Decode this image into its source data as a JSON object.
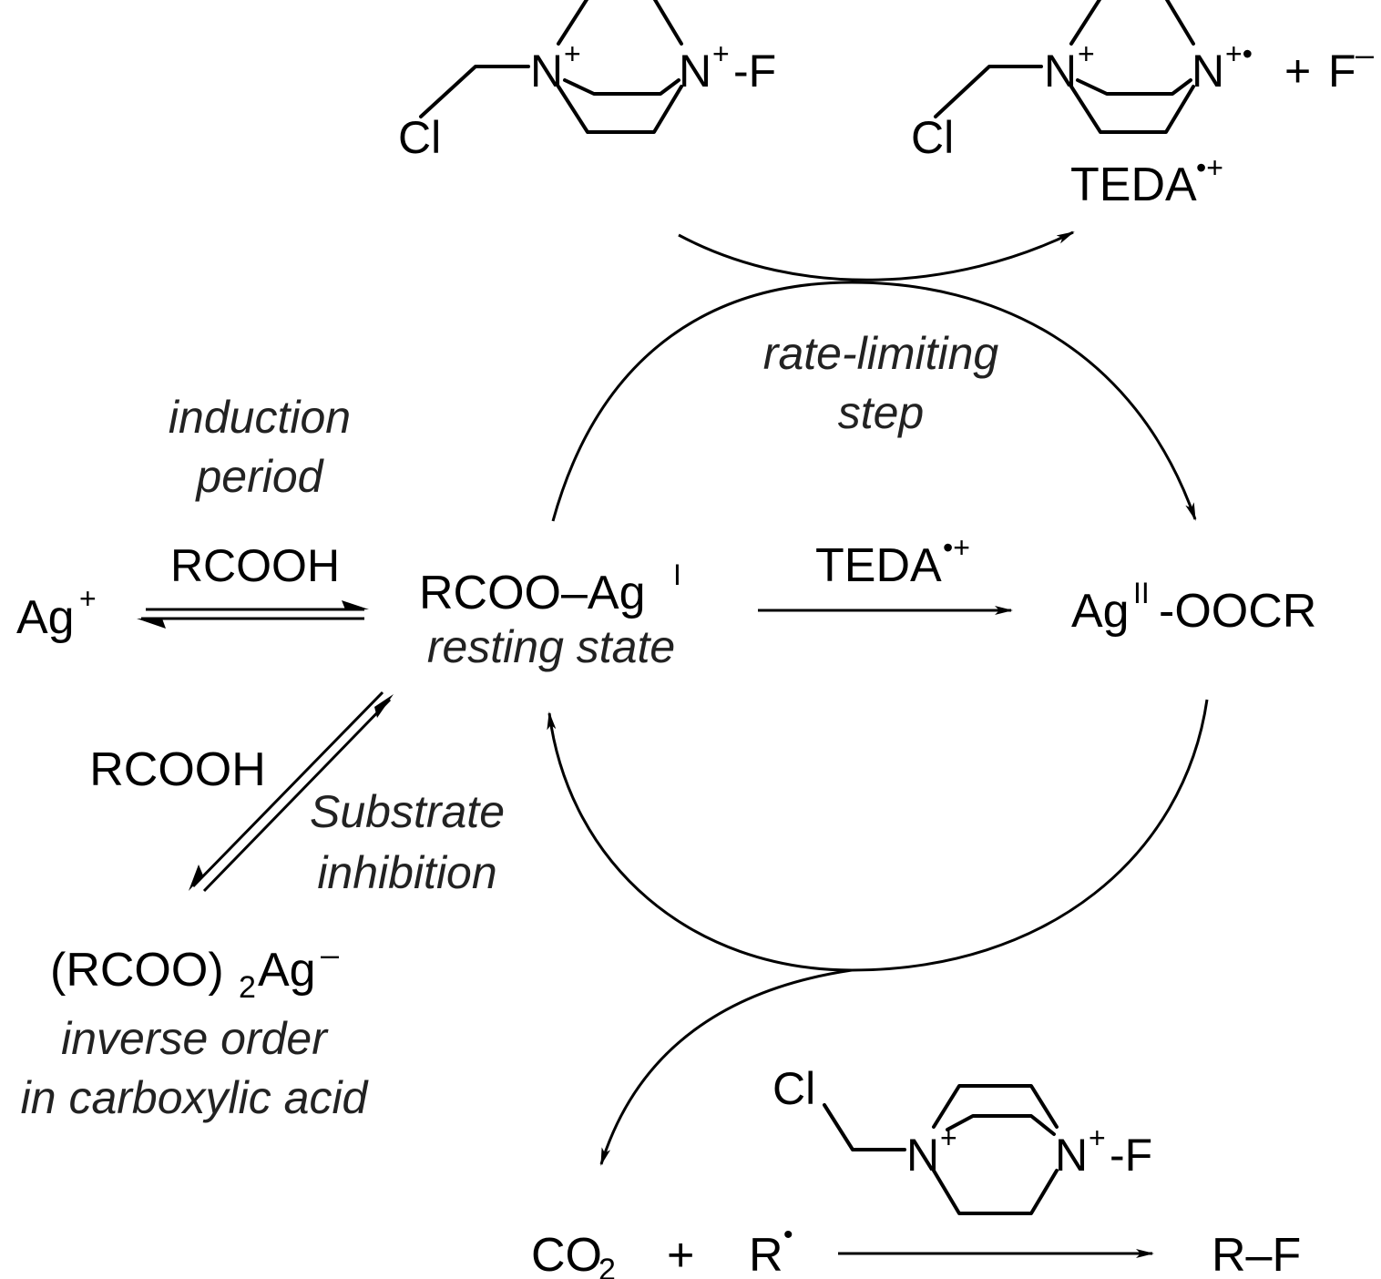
{
  "reagent_top_left": {
    "cl": "Cl",
    "n1": "N",
    "n1_charge": "+",
    "n2": "N",
    "n2_charge": "+",
    "f": "-F"
  },
  "reagent_top_right": {
    "cl": "Cl",
    "n1": "N",
    "n1_charge": "+",
    "n2": "N",
    "n2_charge": "+•",
    "plus": "+",
    "fluoride": "F",
    "fluoride_charge": "–",
    "teda": "TEDA",
    "teda_charge": "•+"
  },
  "labels": {
    "rate_limiting_1": "rate-limiting",
    "rate_limiting_2": "step",
    "induction_1": "induction",
    "induction_2": "period",
    "rcooh_top": "RCOOH",
    "rcooh_left": "RCOOH",
    "teda_arrow": "TEDA",
    "teda_arrow_charge": "•+",
    "substrate_1": "Substrate",
    "substrate_2": "inhibition"
  },
  "species": {
    "ag_plus": "Ag",
    "ag_plus_charge": "+",
    "rcoo_ag": "RCOO–Ag",
    "rcoo_ag_charge": "I",
    "resting_state": "resting state",
    "agii": "Ag",
    "agii_sup": "II",
    "agii_rest": "-OOCR",
    "dimer_a": "(RCOO)",
    "dimer_sub": "2",
    "dimer_b": "Ag",
    "dimer_charge": "–",
    "inverse_1": "inverse order",
    "inverse_2": "in carboxylic acid",
    "co2_a": "CO",
    "co2_sub": "2",
    "plus": "+",
    "radical": "R",
    "radical_dot": "•",
    "product": "R–F"
  },
  "reagent_bottom": {
    "cl": "Cl",
    "n1": "N",
    "n1_charge": "+",
    "n2": "N",
    "n2_charge": "+",
    "f": "-F"
  }
}
